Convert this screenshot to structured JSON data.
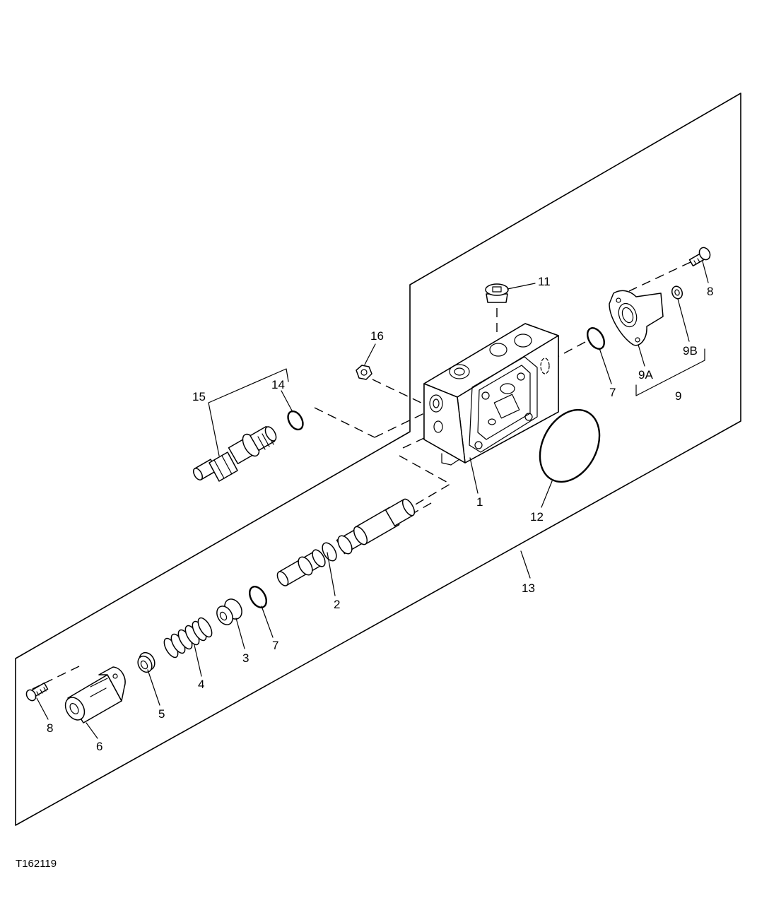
{
  "figure_id": "T162119",
  "callouts": {
    "c1": "1",
    "c2": "2",
    "c3": "3",
    "c4": "4",
    "c5": "5",
    "c6": "6",
    "c7a": "7",
    "c7b": "7",
    "c8a": "8",
    "c8b": "8",
    "c9": "9",
    "c9a": "9A",
    "c9b": "9B",
    "c11": "11",
    "c12": "12",
    "c13": "13",
    "c14": "14",
    "c15": "15",
    "c16": "16"
  }
}
